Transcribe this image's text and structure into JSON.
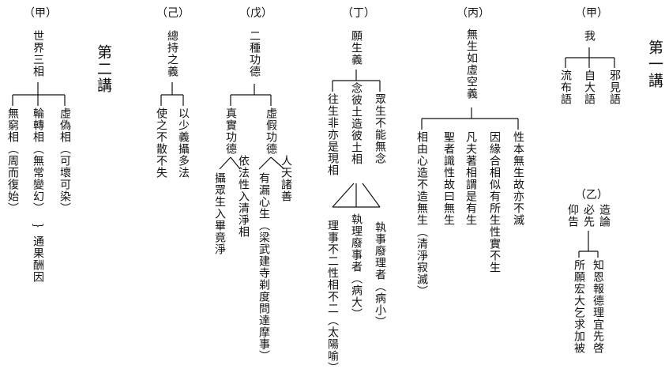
{
  "lecture_1": "第一講",
  "lecture_2": "第二講",
  "s1_jia": {
    "label": "（甲）",
    "root": "我",
    "children": [
      "流布語",
      "自大語",
      "邪見語"
    ]
  },
  "s1_yi": {
    "label": "（乙）",
    "lines": [
      "造論",
      "必先",
      "仰告"
    ],
    "children": [
      "知恩報德理宜先啓",
      "所願宏大乞求加被"
    ]
  },
  "s1_bing": {
    "label": "（丙）",
    "root": "無生如虛空義",
    "children": [
      "性本無生故亦不滅",
      "因緣合相似有所生性實不生",
      "凡夫著相謂是有生",
      "聖者識性故曰無生",
      "相由心造不造無生（清淨寂滅）"
    ]
  },
  "s1_ding": {
    "label": "（丁）",
    "root": "願生義",
    "left": "往生非亦是現相",
    "mid_a": "念彼土造彼土相",
    "mid_b": "眾生不能無念",
    "bottom": [
      "執事廢理者（病小）",
      "執理廢事者（病大）",
      "理事不二性相不二（太陽喻）"
    ]
  },
  "s1_wu": {
    "label": "（戊）",
    "root": "二種功德",
    "right_node": "虛假功德",
    "right_children": [
      "人天諸善",
      "有漏心生（梁武建寺剃度問達摩事）"
    ],
    "left_node": "真實功德",
    "left_children": [
      "依法性入清淨相",
      "攝眾生入畢竟淨"
    ]
  },
  "s1_ji": {
    "label": "（己）",
    "root": "總持之義",
    "children": [
      "以少義攝多法",
      "使之不散不失"
    ]
  },
  "s2_jia": {
    "label": "（甲）",
    "root": "世界三相",
    "children": [
      "虛偽相（可壞可染）",
      "輪轉相（無常變幻）",
      "無窮相（周而復始）"
    ],
    "conclusion": "通果酬因"
  }
}
